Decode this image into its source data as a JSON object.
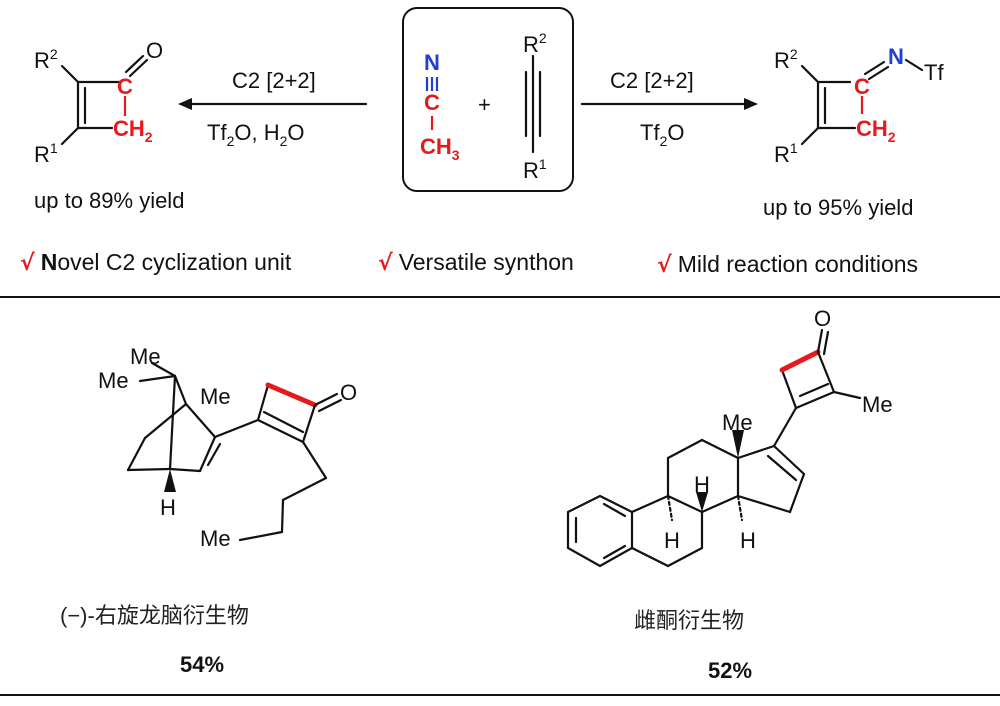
{
  "left_product": {
    "r2": "R",
    "r2_sup": "2",
    "r1": "R",
    "r1_sup": "1",
    "o": "O",
    "c": "C",
    "ch2": "CH",
    "ch2_sub": "2",
    "yield": "up to 89% yield"
  },
  "left_arrow": {
    "top": "C2 [2+2]",
    "bottom_a": "Tf",
    "bottom_sub": "2",
    "bottom_b": "O, H",
    "bottom_sub2": "2",
    "bottom_c": "O"
  },
  "reactants": {
    "n": "N",
    "c": "C",
    "ch3": "CH",
    "ch3_sub": "3",
    "plus": "+",
    "r2": "R",
    "r2_sup": "2",
    "r1": "R",
    "r1_sup": "1"
  },
  "right_arrow": {
    "top": "C2 [2+2]",
    "bottom_a": "Tf",
    "bottom_sub": "2",
    "bottom_b": "O"
  },
  "right_product": {
    "r2": "R",
    "r2_sup": "2",
    "r1": "R",
    "r1_sup": "1",
    "n": "N",
    "tf": "Tf",
    "c": "C",
    "ch2": "CH",
    "ch2_sub": "2",
    "yield": "up to 95% yield"
  },
  "highlights": [
    {
      "check": "√",
      "first": "N",
      "rest": "ovel C2 cyclization unit"
    },
    {
      "check": "√",
      "first": "",
      "rest": "Versatile synthon"
    },
    {
      "check": "√",
      "first": "",
      "rest": "Mild reaction conditions"
    }
  ],
  "compound1": {
    "me1": "Me",
    "me2": "Me",
    "me3": "Me",
    "me4": "Me",
    "h": "H",
    "o": "O",
    "name": "(−)-右旋龙脑衍生物",
    "yield": "54%"
  },
  "compound2": {
    "o": "O",
    "me1": "Me",
    "me2": "Me",
    "h1": "H",
    "h2": "H",
    "h3": "H",
    "name": "雌酮衍生物",
    "yield": "52%"
  }
}
